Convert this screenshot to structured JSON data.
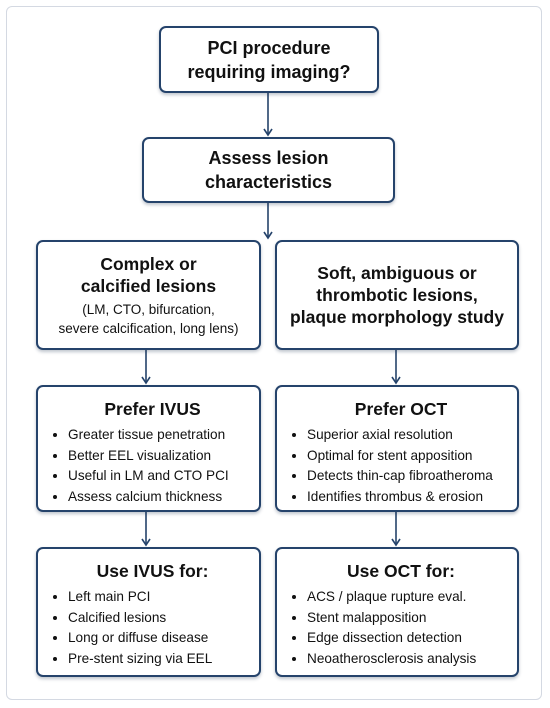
{
  "colors": {
    "box_border": "#25436b",
    "arrow": "#25436b"
  },
  "start": {
    "line1": "PCI procedure",
    "line2": "requiring imaging?"
  },
  "assess": {
    "line1": "Assess lesion",
    "line2": "characteristics"
  },
  "left_branch": {
    "title1": "Complex or",
    "title2": "calcified lesions",
    "detail1": "(LM, CTO, bifurcation,",
    "detail2": "severe calcification, long lens)"
  },
  "right_branch": {
    "title1": "Soft, ambiguous or",
    "title2": "thrombotic lesions,",
    "title3": "plaque morphology study"
  },
  "prefer_ivus": {
    "title": "Prefer IVUS",
    "items": [
      "Greater tissue penetration",
      "Better EEL visualization",
      "Useful in LM and CTO PCI",
      "Assess calcium thickness"
    ]
  },
  "prefer_oct": {
    "title": "Prefer OCT",
    "items": [
      "Superior axial resolution",
      "Optimal for stent apposition",
      "Detects thin-cap fibroatheroma",
      "Identifies thrombus & erosion"
    ]
  },
  "use_ivus": {
    "title": "Use IVUS for:",
    "items": [
      "Left main PCI",
      "Calcified lesions",
      "Long or diffuse disease",
      "Pre-stent sizing via EEL"
    ]
  },
  "use_oct": {
    "title": "Use OCT for:",
    "items": [
      "ACS / plaque rupture eval.",
      "Stent malapposition",
      "Edge dissection detection",
      "Neoatherosclerosis analysis"
    ]
  }
}
